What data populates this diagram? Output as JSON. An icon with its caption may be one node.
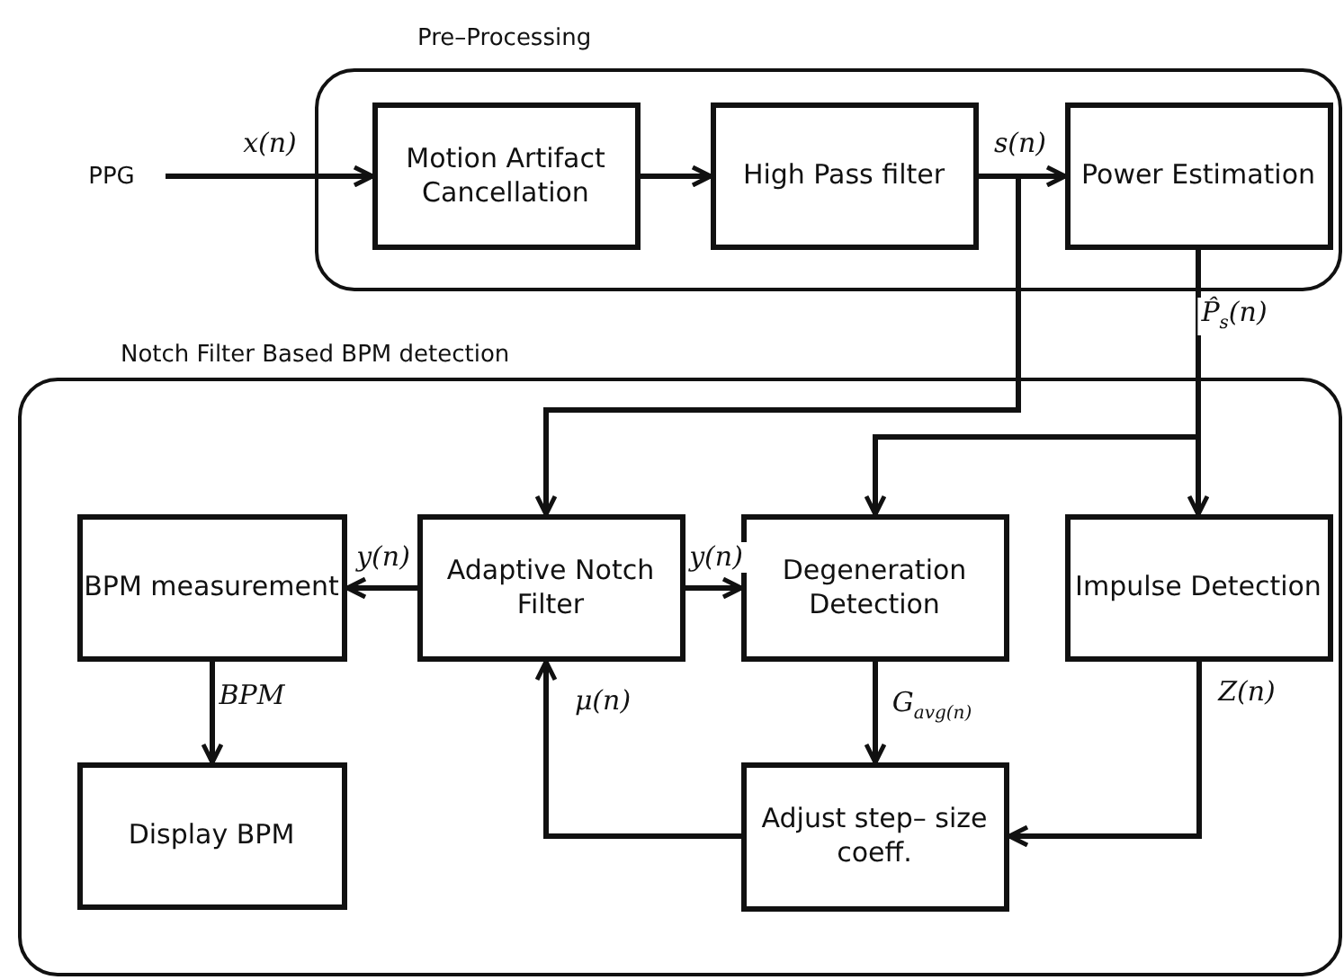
{
  "diagram": {
    "nodes": [
      {
        "text": [
          "Pre–Processing"
        ]
      },
      {
        "text": [
          "PPG"
        ]
      },
      {
        "text": [
          "Motion Artifact Cancellation"
        ],
        "in": 0
      },
      {
        "text": [
          "High Pass filter"
        ],
        "in": 0
      },
      {
        "text": [
          "Power Estimation"
        ],
        "in": 0
      },
      {
        "text": [
          "Notch Filter Based BPM detection"
        ]
      },
      {
        "text": [
          "BPM measurement"
        ],
        "in": 5
      },
      {
        "text": [
          "Adaptive Notch Filter"
        ],
        "in": 5
      },
      {
        "text": [
          "Degeneration Detection"
        ],
        "in": 5
      },
      {
        "text": [
          "Impulse Detection"
        ],
        "in": 5
      },
      {
        "text": [
          "Display BPM"
        ],
        "in": 5
      },
      {
        "text": [
          "Adjust step– size coeff."
        ],
        "in": 5
      }
    ],
    "edges": [
      {
        "from": 1,
        "to": 2,
        "arrow": "to",
        "label": "x(n)"
      },
      {
        "from": 2,
        "to": 3,
        "arrow": "to"
      },
      {
        "from": 3,
        "to": 4,
        "arrow": "to",
        "label": "s(n)"
      },
      {
        "from": 3,
        "to": 7,
        "arrow": "to"
      },
      {
        "from": 4,
        "to": 8,
        "arrow": "to"
      },
      {
        "from": 4,
        "to": 9,
        "arrow": "to",
        "label": "P̂$_{s}$(n)"
      },
      {
        "from": 7,
        "to": 6,
        "arrow": "to",
        "label": "y(n)"
      },
      {
        "from": 7,
        "to": 8,
        "arrow": "to",
        "label": "y(n)"
      },
      {
        "from": 6,
        "to": 10,
        "arrow": "to",
        "label": "BPM"
      },
      {
        "from": 8,
        "to": 11,
        "arrow": "to",
        "label": "G$_{avg(n)}$"
      },
      {
        "from": 11,
        "to": 7,
        "arrow": "to",
        "label": "μ(n)"
      },
      {
        "from": 9,
        "to": 11,
        "arrow": "to",
        "label": "Z(n)"
      }
    ]
  }
}
